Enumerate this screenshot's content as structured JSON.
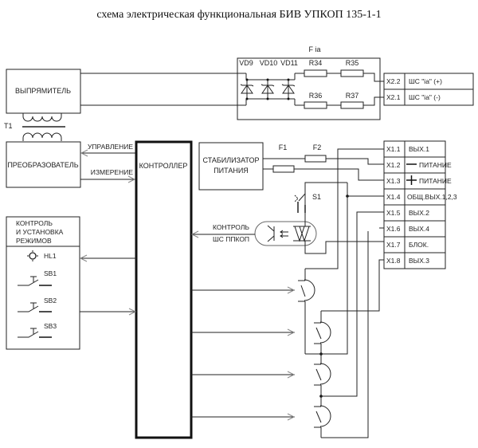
{
  "title": "схема электрическая функциональная БИВ УПКОП 135-1-1",
  "blocks": {
    "rectifier": "ВЫПРЯМИТЕЛЬ",
    "transformer": "T1",
    "converter": "ПРЕОБРАЗОВАТЕЛЬ",
    "controller": "КОНТРОЛЛЕР",
    "stabilizer_line1": "СТАБИЛИЗАТОР",
    "stabilizer_line2": "ПИТАНИЯ",
    "control_line1": "КОНТРОЛЬ",
    "control_line2": "И УСТАНОВКА",
    "control_line3": "РЕЖИМОВ",
    "fia_title": "F ia"
  },
  "signals": {
    "control": "УПРАВЛЕНИЕ",
    "measure": "ИЗМЕРЕНИЕ",
    "monitor_line1": "КОНТРОЛЬ",
    "monitor_line2": "ШС ППКОП"
  },
  "components": {
    "diodes": [
      "VD9",
      "VD10",
      "VD11"
    ],
    "resistors": [
      "R34",
      "R35",
      "R36",
      "R37"
    ],
    "fuses": [
      "F1",
      "F2"
    ],
    "switch": "S1",
    "lamp": "HL1",
    "buttons": [
      "SB1",
      "SB2",
      "SB3"
    ]
  },
  "x2_terminals": [
    {
      "id": "X2.2",
      "label": "ШС \"ia\"  (+)"
    },
    {
      "id": "X2.1",
      "label": "ШС \"ia\"  (-)"
    }
  ],
  "x1_terminals": [
    {
      "id": "X1.1",
      "label": "ВЫХ.1"
    },
    {
      "id": "X1.2",
      "label": "ПИТАНИЕ",
      "sign": "—"
    },
    {
      "id": "X1.3",
      "label": "ПИТАНИЕ",
      "sign": "+"
    },
    {
      "id": "X1.4",
      "label": "ОБЩ.ВЫХ.1,2,3"
    },
    {
      "id": "X1.5",
      "label": "ВЫХ.2"
    },
    {
      "id": "X1.6",
      "label": "ВЫХ.4"
    },
    {
      "id": "X1.7",
      "label": "БЛОК."
    },
    {
      "id": "X1.8",
      "label": "ВЫХ.3"
    }
  ]
}
